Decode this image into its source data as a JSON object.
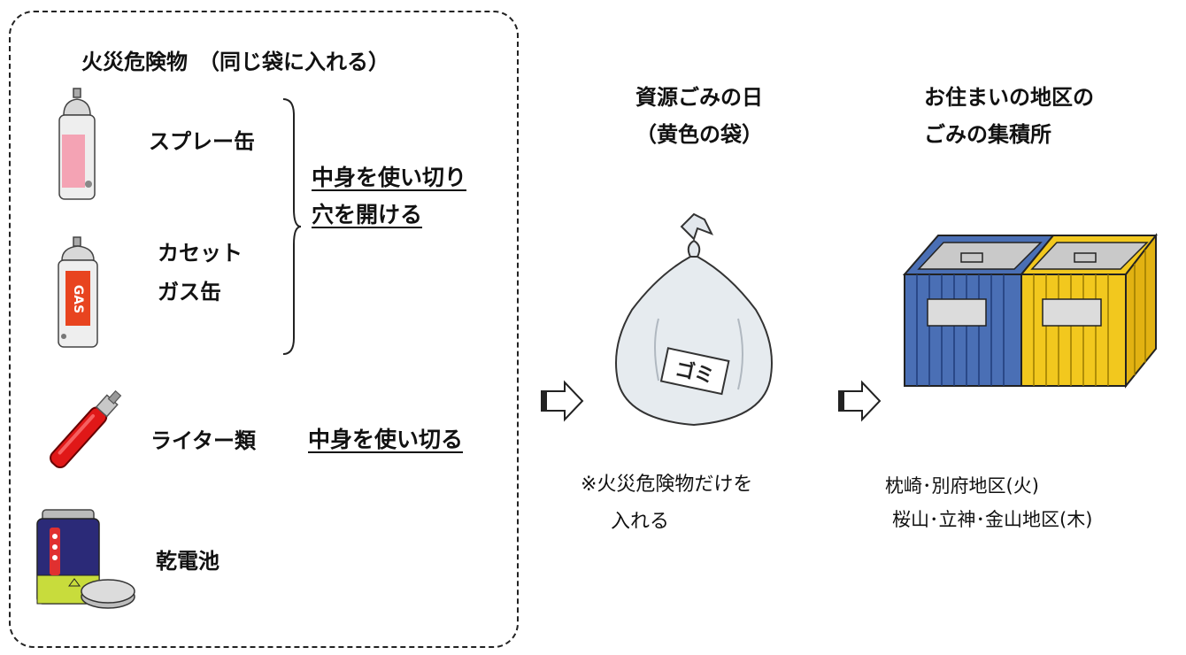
{
  "left_panel": {
    "title": "火災危険物　（同じ袋に入れる）",
    "items": {
      "spray": "スプレー缶",
      "cassette_line1": "カセット",
      "cassette_line2": "ガス缶",
      "lighter": "ライター類",
      "battery": "乾電池"
    },
    "instructions": {
      "line1": "中身を使い切り",
      "line2": "穴を開ける",
      "lighter": "中身を使い切る"
    },
    "gas_can_label": "GAS"
  },
  "middle": {
    "heading_line1": "資源ごみの日",
    "heading_line2": "（黄色の袋）",
    "bag_label": "ゴミ",
    "note_line1": "※火災危険物だけを",
    "note_line2": "入れる"
  },
  "right": {
    "heading_line1": "お住まいの地区の",
    "heading_line2": "ごみの集積所",
    "schedule_line1": "枕崎･別府地区(火)",
    "schedule_line2": "桜山･立神･金山地区(木)"
  },
  "colors": {
    "bin_blue": "#4a6fb5",
    "bin_yellow": "#f2c81e",
    "spray_pink": "#f4a3b4",
    "gas_orange": "#e8441f",
    "lighter_red": "#e01818",
    "battery_navy": "#2b2a78",
    "battery_green": "#c8dc3c"
  }
}
